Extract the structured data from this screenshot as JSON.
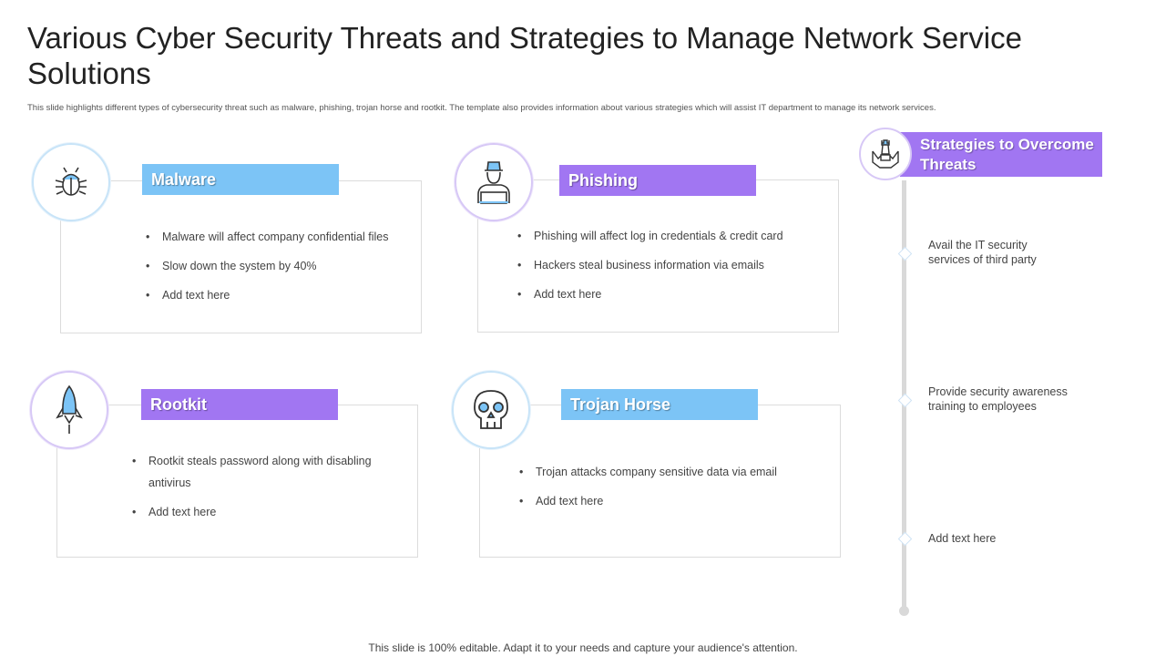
{
  "title": "Various Cyber Security Threats and Strategies to Manage Network Service Solutions",
  "subtitle": "This slide highlights different types of cybersecurity threat such as malware, phishing, trojan horse and rootkit. The template also provides information about various strategies which will assist IT department to manage its network services.",
  "threats": [
    {
      "name": "Malware",
      "icon": "bug-icon",
      "color": "#7cc4f6",
      "points": [
        "Malware will affect company confidential files",
        "Slow down the system by 40%",
        "Add text here"
      ]
    },
    {
      "name": "Phishing",
      "icon": "hacker-icon",
      "color": "#a176f2",
      "points": [
        "Phishing will affect log in credentials & credit card",
        "Hackers steal business information via emails",
        "Add text here"
      ]
    },
    {
      "name": "Rootkit",
      "icon": "rocket-icon",
      "color": "#a176f2",
      "points": [
        "Rootkit steals password along with disabling antivirus",
        "Add text here"
      ]
    },
    {
      "name": "Trojan Horse",
      "icon": "skull-icon",
      "color": "#7cc4f6",
      "points": [
        "Trojan attacks company sensitive data via email",
        "Add text here"
      ]
    }
  ],
  "strategies": {
    "heading": "Strategies to Overcome Threats",
    "icon": "chess-strategy-icon",
    "items": [
      "Avail the IT security services of third party",
      "Provide security awareness training to employees",
      "Add text here"
    ]
  },
  "footer": "This slide is 100% editable. Adapt it to your needs and capture your audience's attention."
}
